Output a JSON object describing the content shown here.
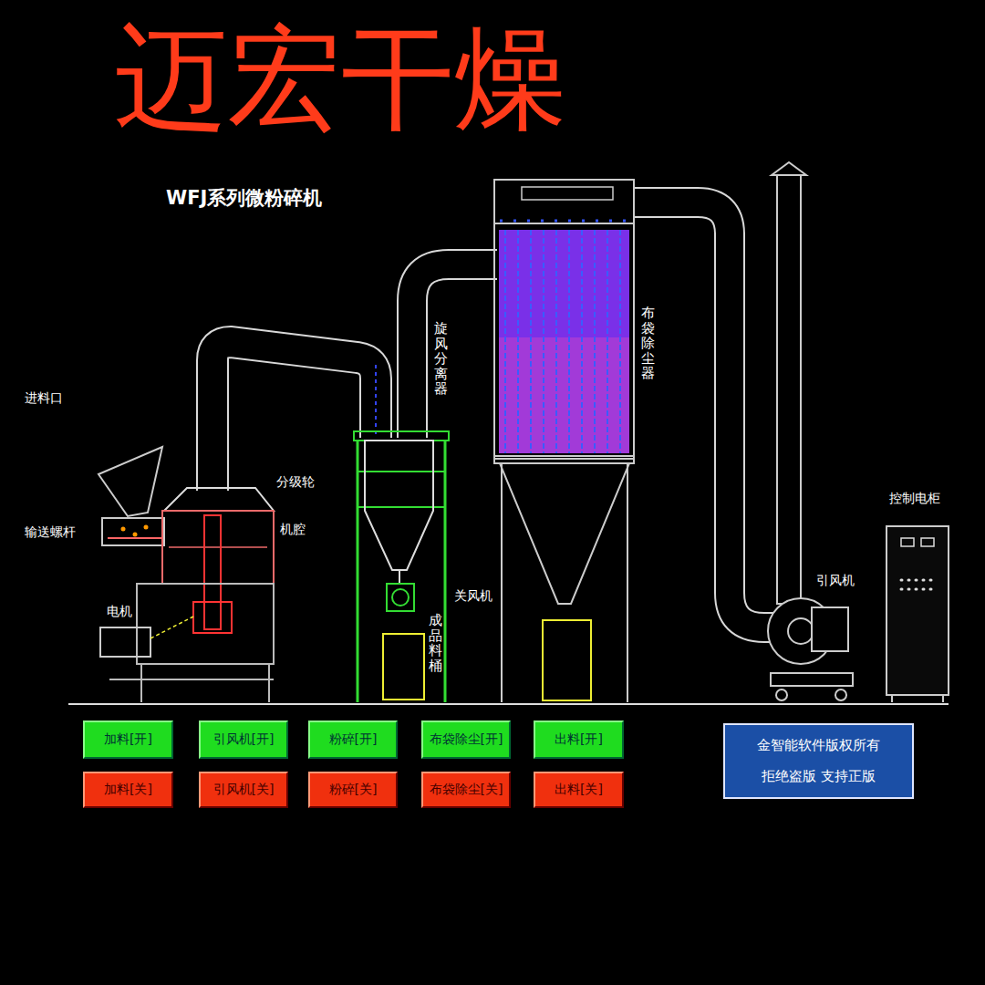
{
  "diagram": {
    "title": "迈宏干燥",
    "nodes": [
      {
        "text": [
          "加料[开]"
        ]
      },
      {
        "text": [
          "引风机[开]"
        ]
      },
      {
        "text": [
          "粉碎[开]"
        ]
      },
      {
        "text": [
          "布袋除尘[开]"
        ]
      },
      {
        "text": [
          "出料[开]"
        ]
      },
      {
        "text": [
          "加料[关]"
        ]
      },
      {
        "text": [
          "引风机[关]"
        ]
      },
      {
        "text": [
          "粉碎[关]"
        ]
      },
      {
        "text": [
          "布袋除尘[关]"
        ]
      },
      {
        "text": [
          "出料[关]"
        ]
      },
      {
        "text": [
          "金智能软件版权所有",
          "拒绝盗版 支持正版"
        ]
      }
    ],
    "labels": [
      "WFJ系列微粉碎机",
      "进料口",
      "输送螺杆",
      "分级轮",
      "机腔",
      "电机",
      "旋风分离器",
      "布袋除尘器",
      "关风机",
      "成品料桶",
      "控制电柜",
      "引风机"
    ]
  }
}
